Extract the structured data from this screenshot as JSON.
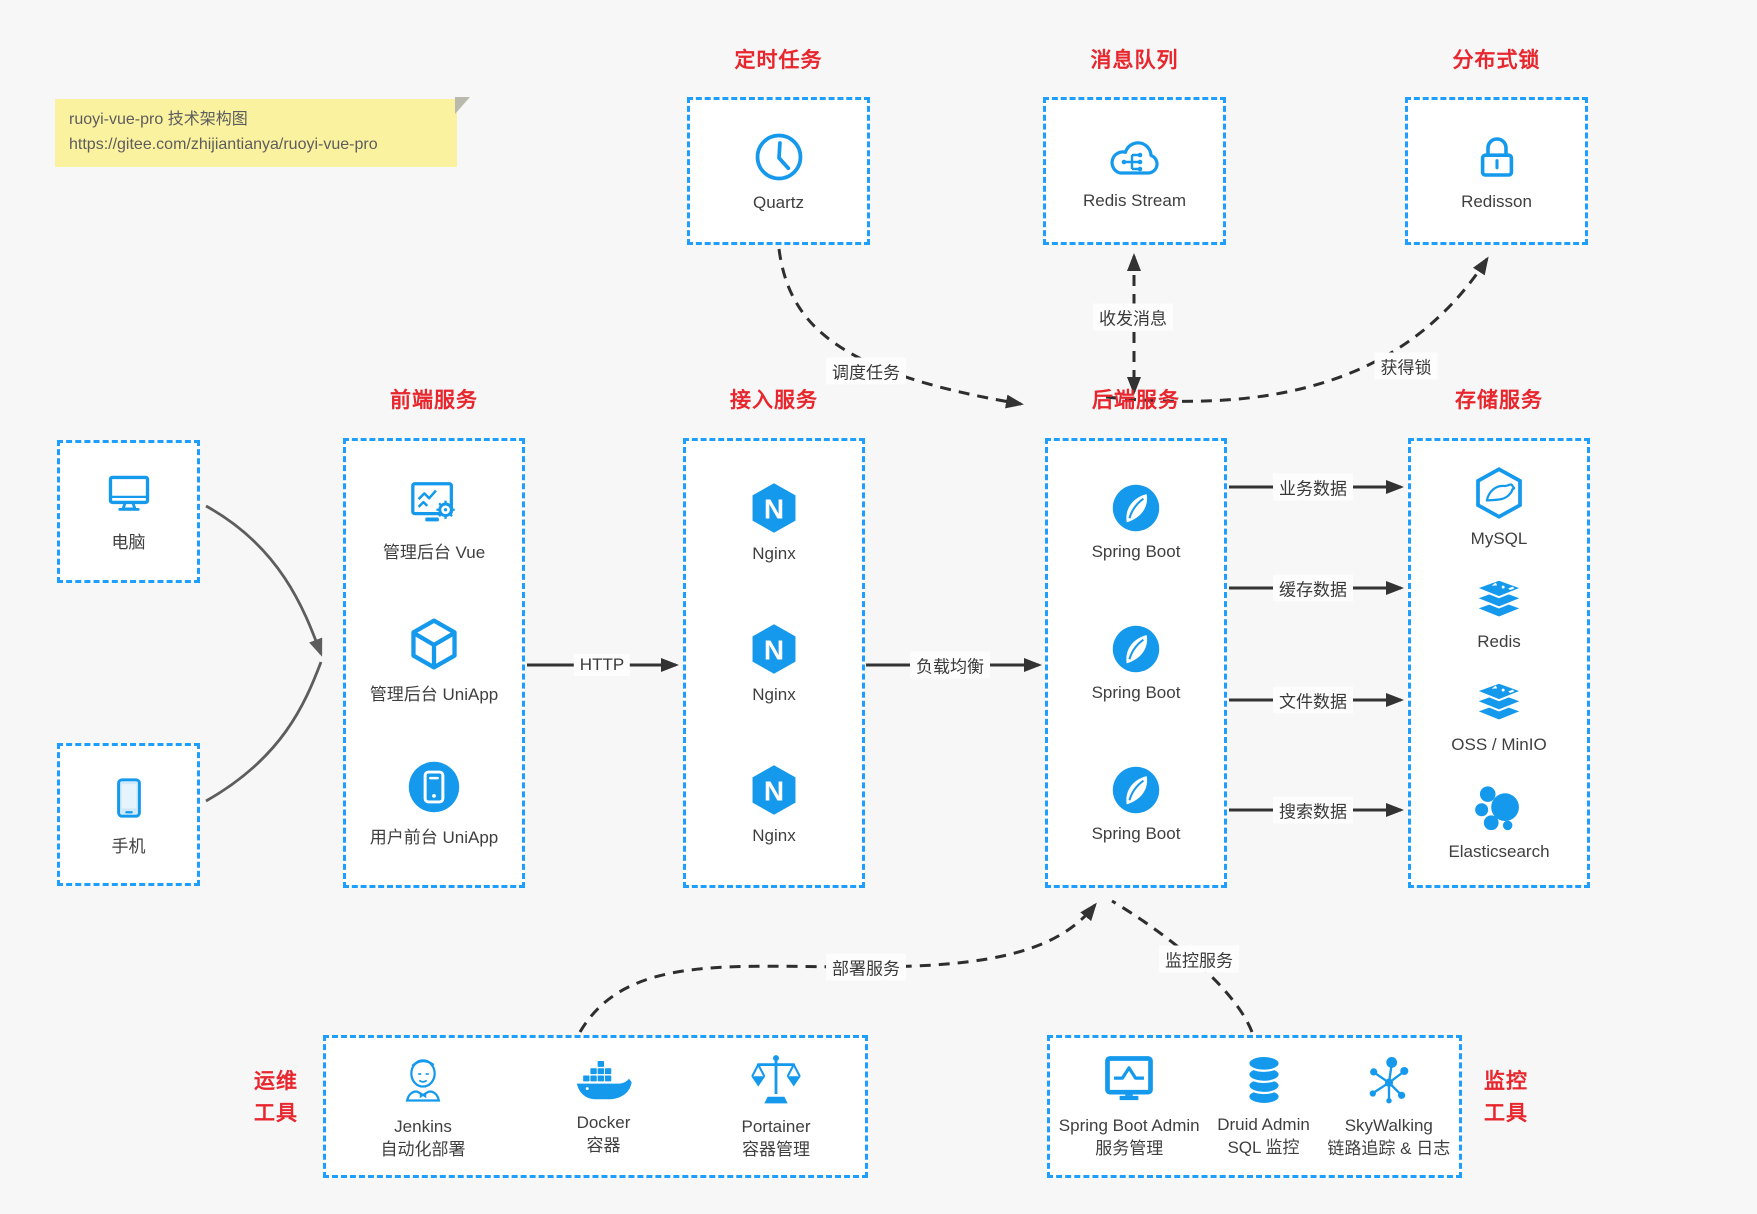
{
  "colors": {
    "blue": "#1499ec",
    "border_blue": "#1e9eff",
    "red": "#e8262d",
    "arrow_dark": "#333333",
    "arrow_gray": "#5d5d5d",
    "bg": "#f7f7f7",
    "note_bg": "#fbf2a0"
  },
  "note": {
    "line1": "ruoyi-vue-pro 技术架构图",
    "line2": "https://gitee.com/zhijiantianya/ruoyi-vue-pro"
  },
  "top_groups": [
    {
      "title": "定时任务",
      "item": {
        "icon": "clock-icon",
        "label": "Quartz"
      }
    },
    {
      "title": "消息队列",
      "item": {
        "icon": "cloud-share-icon",
        "label": "Redis Stream"
      }
    },
    {
      "title": "分布式锁",
      "item": {
        "icon": "lock-icon",
        "label": "Redisson"
      }
    }
  ],
  "clients": [
    {
      "icon": "desktop-icon",
      "label": "电脑"
    },
    {
      "icon": "phone-icon",
      "label": "手机"
    }
  ],
  "columns": [
    {
      "title": "前端服务",
      "items": [
        {
          "icon": "admin-vue-icon",
          "label": "管理后台 Vue"
        },
        {
          "icon": "cube-icon",
          "label": "管理后台 UniApp"
        },
        {
          "icon": "user-app-icon",
          "label": "用户前台 UniApp"
        }
      ]
    },
    {
      "title": "接入服务",
      "items": [
        {
          "icon": "nginx-icon",
          "label": "Nginx"
        },
        {
          "icon": "nginx-icon",
          "label": "Nginx"
        },
        {
          "icon": "nginx-icon",
          "label": "Nginx"
        }
      ]
    },
    {
      "title": "后端服务",
      "items": [
        {
          "icon": "spring-icon",
          "label": "Spring Boot"
        },
        {
          "icon": "spring-icon",
          "label": "Spring Boot"
        },
        {
          "icon": "spring-icon",
          "label": "Spring Boot"
        }
      ]
    },
    {
      "title": "存储服务",
      "items": [
        {
          "icon": "mysql-icon",
          "label": "MySQL"
        },
        {
          "icon": "redis-stack-icon",
          "label": "Redis"
        },
        {
          "icon": "redis-stack-icon",
          "label": "OSS / MinIO"
        },
        {
          "icon": "elasticsearch-icon",
          "label": "Elasticsearch"
        }
      ]
    }
  ],
  "bottom_groups": [
    {
      "side_label_line1": "运维",
      "side_label_line2": "工具",
      "items": [
        {
          "icon": "jenkins-icon",
          "label": "Jenkins",
          "sub": "自动化部署"
        },
        {
          "icon": "docker-icon",
          "label": "Docker",
          "sub": "容器"
        },
        {
          "icon": "portainer-icon",
          "label": "Portainer",
          "sub": "容器管理"
        }
      ]
    },
    {
      "side_label_line1": "监控",
      "side_label_line2": "工具",
      "items": [
        {
          "icon": "spring-boot-admin-icon",
          "label": "Spring Boot Admin",
          "sub": "服务管理"
        },
        {
          "icon": "druid-icon",
          "label": "Druid Admin",
          "sub": "SQL 监控"
        },
        {
          "icon": "skywalking-icon",
          "label": "SkyWalking",
          "sub": "链路追踪 & 日志"
        }
      ]
    }
  ],
  "edge_labels": {
    "http": "HTTP",
    "load_balance": "负载均衡",
    "business_data": "业务数据",
    "cache_data": "缓存数据",
    "file_data": "文件数据",
    "search_data": "搜索数据",
    "schedule_task": "调度任务",
    "send_receive_msg": "收发消息",
    "acquire_lock": "获得锁",
    "deploy_service": "部署服务",
    "monitor_service": "监控服务"
  }
}
